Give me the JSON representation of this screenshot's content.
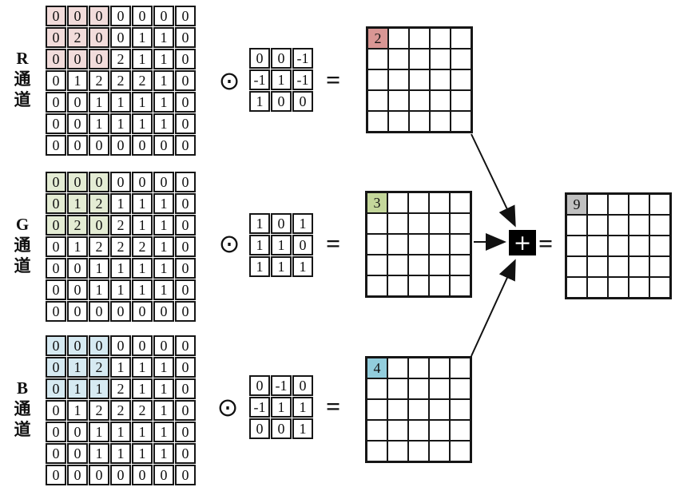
{
  "operators": {
    "elementwise_product": "⊙",
    "equals": "=",
    "sum": "+"
  },
  "colors": {
    "grid_line": "#161616",
    "sum_node_bg": "#000000"
  },
  "channels": [
    {
      "id": "r",
      "label": "R通道",
      "label_chars": [
        "R",
        "通",
        "道"
      ],
      "input_matrix": [
        [
          0,
          0,
          0,
          0,
          0,
          0,
          0
        ],
        [
          0,
          2,
          0,
          0,
          1,
          1,
          0
        ],
        [
          0,
          0,
          0,
          2,
          1,
          1,
          0
        ],
        [
          0,
          1,
          2,
          2,
          2,
          1,
          0
        ],
        [
          0,
          0,
          1,
          1,
          1,
          1,
          0
        ],
        [
          0,
          0,
          1,
          1,
          1,
          1,
          0
        ],
        [
          0,
          0,
          0,
          0,
          0,
          0,
          0
        ]
      ],
      "highlight_region": {
        "row_start": 0,
        "row_end": 2,
        "col_start": 0,
        "col_end": 2
      },
      "highlight_color_light": "#f2dcdb",
      "kernel": [
        [
          0,
          0,
          -1
        ],
        [
          -1,
          1,
          -1
        ],
        [
          1,
          0,
          0
        ]
      ],
      "output_size": 5,
      "output_value": "2",
      "output_highlight_color": "#d99694"
    },
    {
      "id": "g",
      "label": "G通道",
      "label_chars": [
        "G",
        "通",
        "道"
      ],
      "input_matrix": [
        [
          0,
          0,
          0,
          0,
          0,
          0,
          0
        ],
        [
          0,
          1,
          2,
          1,
          1,
          1,
          0
        ],
        [
          0,
          2,
          0,
          2,
          1,
          1,
          0
        ],
        [
          0,
          1,
          2,
          2,
          2,
          1,
          0
        ],
        [
          0,
          0,
          1,
          1,
          1,
          1,
          0
        ],
        [
          0,
          0,
          1,
          1,
          1,
          1,
          0
        ],
        [
          0,
          0,
          0,
          0,
          0,
          0,
          0
        ]
      ],
      "highlight_region": {
        "row_start": 0,
        "row_end": 2,
        "col_start": 0,
        "col_end": 2
      },
      "highlight_color_light": "#e4ecd4",
      "kernel": [
        [
          1,
          0,
          1
        ],
        [
          1,
          1,
          0
        ],
        [
          1,
          1,
          1
        ]
      ],
      "output_size": 5,
      "output_value": "3",
      "output_highlight_color": "#c4d79b"
    },
    {
      "id": "b",
      "label": "B通道",
      "label_chars": [
        "B",
        "通",
        "道"
      ],
      "input_matrix": [
        [
          0,
          0,
          0,
          0,
          0,
          0,
          0
        ],
        [
          0,
          1,
          2,
          1,
          1,
          1,
          0
        ],
        [
          0,
          1,
          1,
          2,
          1,
          1,
          0
        ],
        [
          0,
          1,
          2,
          2,
          2,
          1,
          0
        ],
        [
          0,
          0,
          1,
          1,
          1,
          1,
          0
        ],
        [
          0,
          0,
          1,
          1,
          1,
          1,
          0
        ],
        [
          0,
          0,
          0,
          0,
          0,
          0,
          0
        ]
      ],
      "highlight_region": {
        "row_start": 0,
        "row_end": 2,
        "col_start": 0,
        "col_end": 2
      },
      "highlight_color_light": "#d6eaf2",
      "kernel": [
        [
          0,
          -1,
          0
        ],
        [
          -1,
          1,
          1
        ],
        [
          0,
          0,
          1
        ]
      ],
      "output_size": 5,
      "output_value": "4",
      "output_highlight_color": "#92cddc"
    }
  ],
  "result": {
    "size": 5,
    "value": "9",
    "highlight_color": "#c0c0c0"
  }
}
